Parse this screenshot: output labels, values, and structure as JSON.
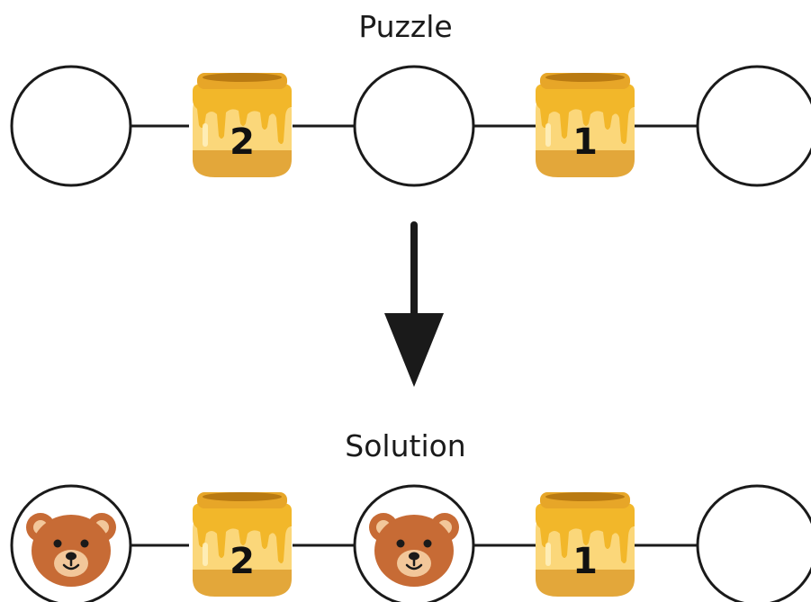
{
  "puzzle": {
    "title": "Puzzle",
    "nodes": [
      {
        "kind": "empty"
      },
      {
        "kind": "pot",
        "number": "2"
      },
      {
        "kind": "empty"
      },
      {
        "kind": "pot",
        "number": "1"
      },
      {
        "kind": "empty"
      }
    ]
  },
  "solution": {
    "title": "Solution",
    "nodes": [
      {
        "kind": "bear"
      },
      {
        "kind": "pot",
        "number": "2"
      },
      {
        "kind": "bear"
      },
      {
        "kind": "pot",
        "number": "1"
      },
      {
        "kind": "empty"
      }
    ]
  },
  "colors": {
    "line": "#1a1a1a",
    "honey": "#f2b72a",
    "jar": "#fbd77a",
    "jar_band": "#e3a73a",
    "bear": "#c76b35",
    "bear_muzzle": "#f2c79a"
  },
  "arrow_direction": "down"
}
